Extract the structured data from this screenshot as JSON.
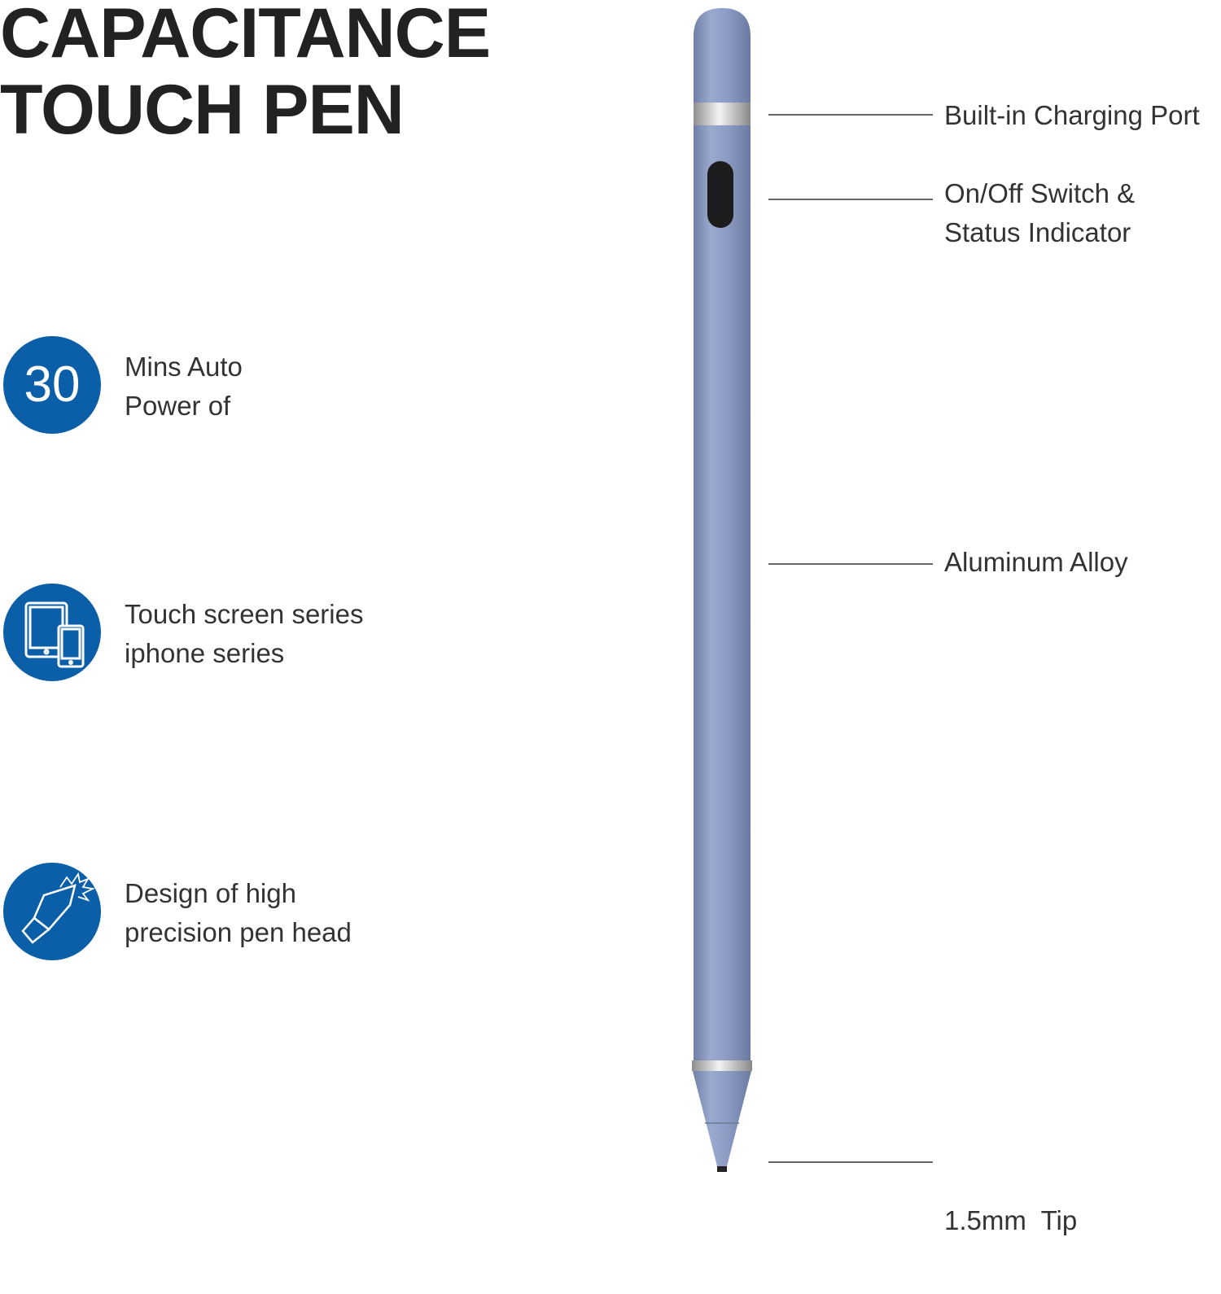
{
  "title": {
    "line1": "CAPACITANCE",
    "line2": "TOUCH PEN"
  },
  "features": [
    {
      "icon": "30-badge-icon",
      "badge": "30",
      "line1": "Mins Auto",
      "line2": "Power of"
    },
    {
      "icon": "tablet-phone-icon",
      "line1": "Touch screen series",
      "line2": "iphone series"
    },
    {
      "icon": "pen-tip-icon",
      "line1": "Design of high",
      "line2": "precision pen head"
    }
  ],
  "callouts": [
    {
      "line1": "Built-in Charging Port"
    },
    {
      "line1": "On/Off Switch &",
      "line2": "Status Indicator"
    },
    {
      "line1": "Aluminum Alloy"
    },
    {
      "line1": "1.5mm  Tip"
    }
  ],
  "colors": {
    "accent": "#0b5fa8",
    "pen": "#8a9bc2"
  }
}
